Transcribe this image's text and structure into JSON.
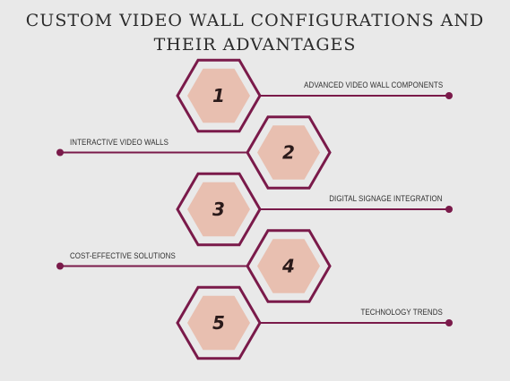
{
  "title": {
    "line1": "CUSTOM VIDEO WALL CONFIGURATIONS AND",
    "line2": "THEIR ADVANTAGES"
  },
  "colors": {
    "background": "#e9e9e9",
    "hex_outline": "#7a1a4a",
    "hex_fill": "#e8bfb0",
    "line": "#7a1a4a"
  },
  "steps": [
    {
      "number": "1",
      "label": "ADVANCED VIDEO WALL COMPONENTS",
      "side": "right"
    },
    {
      "number": "2",
      "label": "INTERACTIVE VIDEO WALLS",
      "side": "left"
    },
    {
      "number": "3",
      "label": "DIGITAL SIGNAGE INTEGRATION",
      "side": "right"
    },
    {
      "number": "4",
      "label": "COST-EFFECTIVE SOLUTIONS",
      "side": "left"
    },
    {
      "number": "5",
      "label": "TECHNOLOGY TRENDS",
      "side": "right"
    }
  ]
}
